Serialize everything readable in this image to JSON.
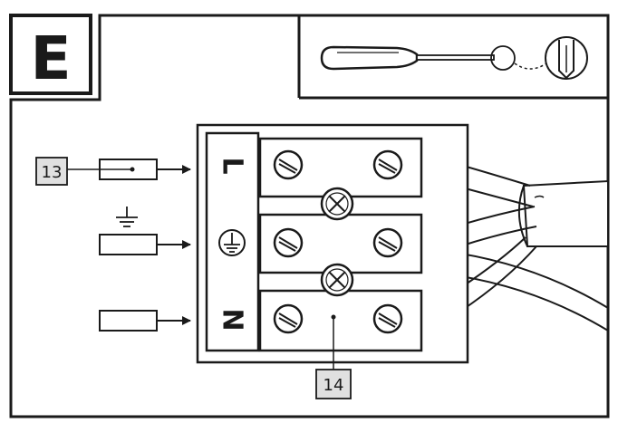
{
  "step_label": "E",
  "callouts": {
    "cable_marker": "13",
    "terminal_block": "14"
  },
  "terminals": {
    "live": "L",
    "neutral": "N",
    "earth_symbol": "earth-ground-icon"
  },
  "tool": "flathead-screwdriver-icon",
  "colors": {
    "line": "#1a1a1a",
    "callout_fill": "#e0e0e0",
    "background": "#ffffff"
  }
}
